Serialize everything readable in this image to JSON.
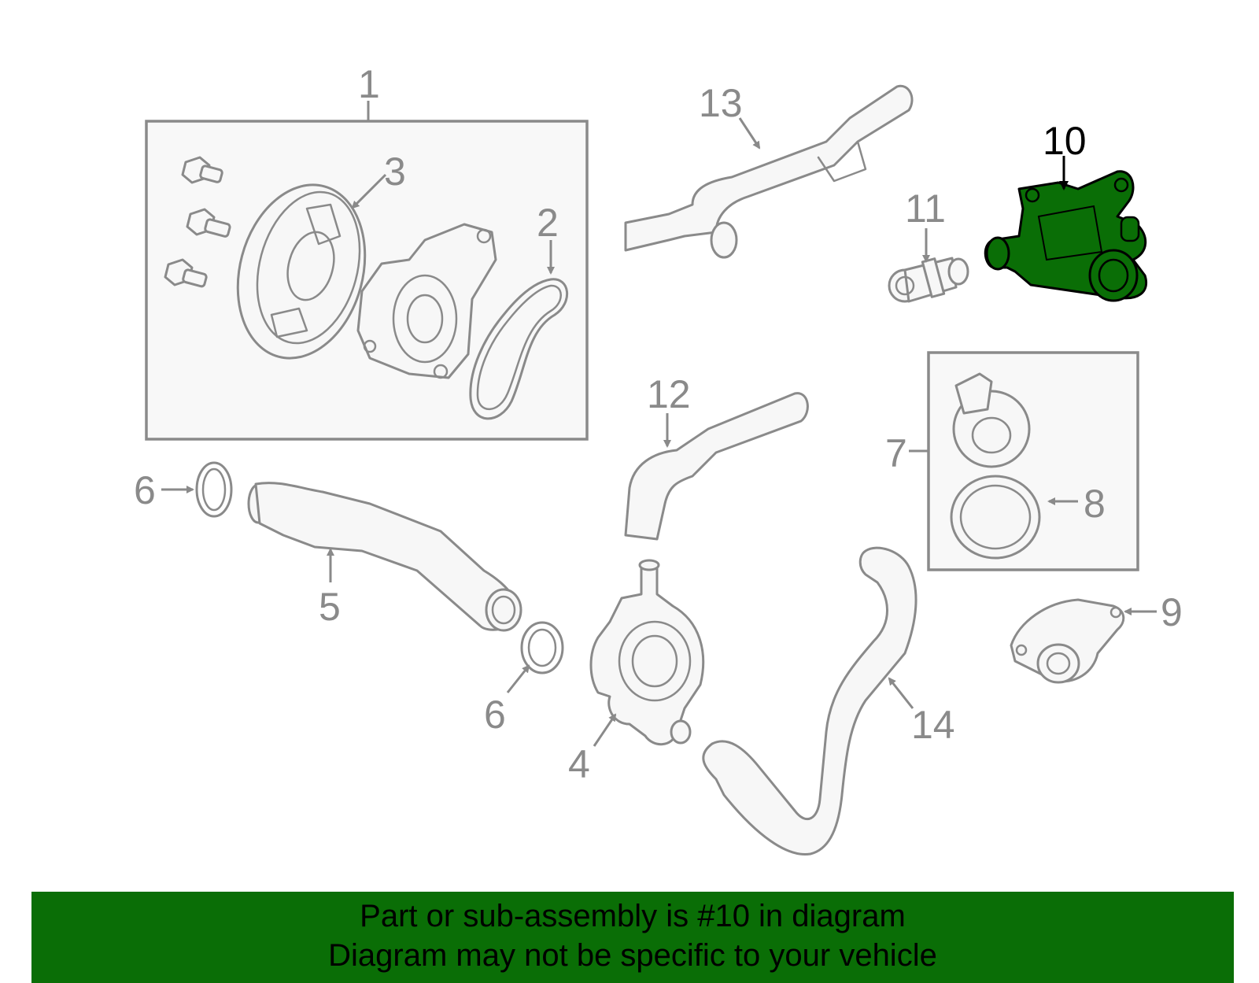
{
  "diagram": {
    "highlight_color": "#0a6e06",
    "line_color": "#8a8a8a",
    "callouts": [
      "1",
      "2",
      "3",
      "4",
      "5",
      "6",
      "6",
      "7",
      "8",
      "9",
      "10",
      "11",
      "12",
      "13",
      "14"
    ],
    "highlighted_part": "10"
  },
  "banner": {
    "background": "#0a6e06",
    "line1": "Part or sub-assembly is #10 in diagram",
    "line2": "Diagram may not be specific to your vehicle"
  }
}
